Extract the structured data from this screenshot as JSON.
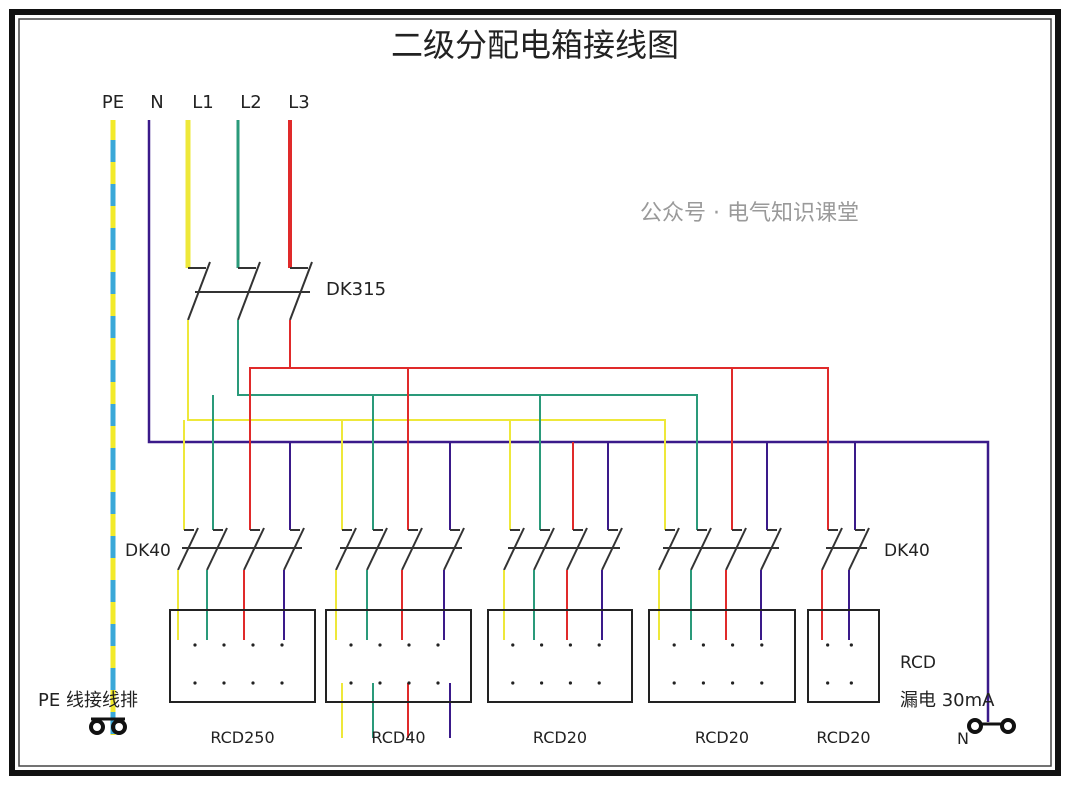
{
  "title": "二级分配电箱接线图",
  "phase_labels": {
    "pe": "PE",
    "n": "N",
    "l1": "L1",
    "l2": "L2",
    "l3": "L3"
  },
  "main_switch": "DK315",
  "branch_switch_left": "DK40",
  "branch_switch_right": "DK40",
  "rcd_label": "RCD",
  "leakage_label": "漏电 30mA",
  "pe_bar_label": "PE 线接线排",
  "n_bottom_label": "N",
  "rcd_units": [
    "RCD250",
    "RCD40",
    "RCD20",
    "RCD20",
    "RCD20"
  ],
  "watermark": "公众号 · 电气知识课堂",
  "colors": {
    "pe_yellow": "#f2ea2a",
    "pe_blue": "#3aa8d8",
    "neutral": "#3a1a8a",
    "l1": "#eee83a",
    "l2": "#2a9a7a",
    "l3": "#e02a2a",
    "frame": "#111111"
  }
}
